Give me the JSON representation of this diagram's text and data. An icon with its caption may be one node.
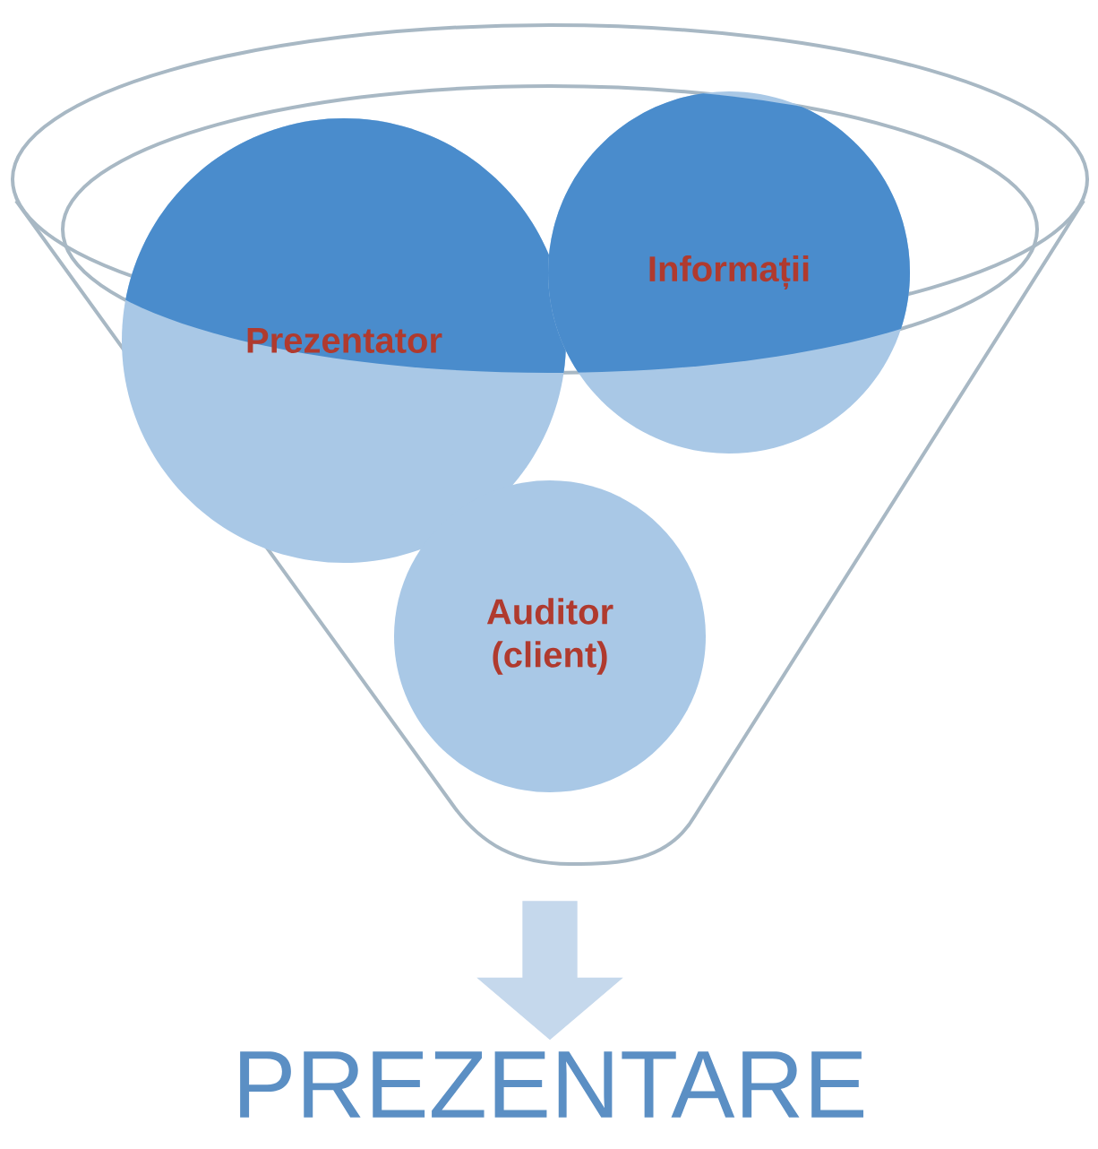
{
  "diagram": {
    "nodes": [
      {
        "text": [],
        "shape": "funnel"
      },
      {
        "text": [
          "Prezentator"
        ],
        "in": 0
      },
      {
        "text": [
          "Informații"
        ],
        "in": 0
      },
      {
        "text": [
          "Auditor (client)"
        ],
        "in": 0
      },
      {
        "text": [
          "PREZENTARE"
        ]
      }
    ],
    "edges": [
      {
        "from": 0,
        "to": 4,
        "arrow": "to",
        "style": "thick"
      }
    ]
  }
}
